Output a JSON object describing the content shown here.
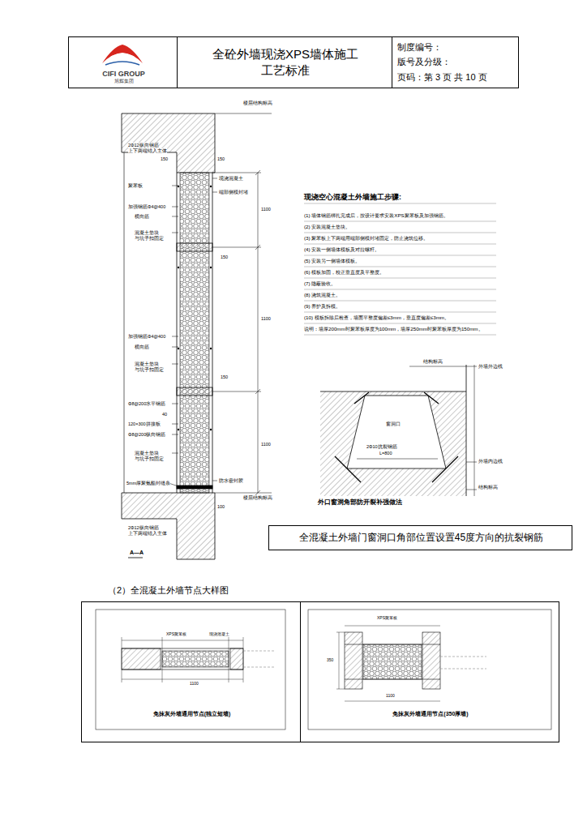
{
  "diagram": {
    "nodes": [
      {
        "text": [
          "CIFI GROUP",
          "旭辉集团"
        ]
      },
      {
        "text": [
          "全砼外墙现浇XPS墙体施工工艺标准"
        ]
      },
      {
        "text": [
          "制度编号：",
          "版号及分级：",
          "页码：第 3 页 共 10 页"
        ]
      },
      {
        "text": [
          "全混凝土外墙门窗洞口角部位置设置45度方向的抗裂钢筋"
        ]
      },
      {
        "text": [
          "免抹灰外墙通用节点(独立短墙)"
        ]
      },
      {
        "text": [
          "免抹灰外墙通用节点(350厚墙)"
        ]
      }
    ],
    "labels": [
      "楼层结构标高",
      "2Φ12纵向钢筋",
      "上下两端锚入主体",
      "150",
      "150",
      "现浇混凝土",
      "聚苯板",
      "端部侧模封堵",
      "加强钢筋Φ4@400",
      "横向筋",
      "混凝土垫块",
      "与坑子扣固定",
      "150",
      "1100",
      "加强钢筋Φ4@400",
      "横向筋",
      "混凝土垫块",
      "与坑子扣固定",
      "150",
      "1100",
      "Φ8@200水平钢筋",
      "40",
      "120×300拼接板",
      "Φ8@200纵向钢筋",
      "混凝土垫块",
      "与坑子扣固定",
      "1100",
      "5mm厚聚氨酯封缝条",
      "防水密封胶",
      "100",
      "楼层结构标高",
      "2Φ12纵向钢筋",
      "上下两端锚入主体",
      "A—A",
      "现浇空心混凝土外墙施工步骤:",
      "(1) 墙体钢筋绑扎完成后，按设计要求安装XPS聚苯板及加强钢筋。",
      "(2) 安装混凝土垫块。",
      "(3) 聚苯板上下两端用端部侧模封堵固定，防止浇筑位移。",
      "(4) 安装一侧墙体模板及对拉螺杆。",
      "(5) 安装另一侧墙体模板。",
      "(6) 模板加固，校正垂直度及平整度。",
      "(7) 隐蔽验收。",
      "(8) 浇筑混凝土。",
      "(9) 养护及拆模。",
      "(10) 模板拆除后检查，墙面平整度偏差≤3mm，垂直度偏差≤3mm。",
      "说明：墙厚200mm时聚苯板厚度为100mm，墙厚250mm时聚苯板厚度为150mm。",
      "结构标高",
      "外墙外边线",
      "窗洞口",
      "2Φ10抗裂钢筋",
      "L=800",
      "外墙内边线",
      "结构标高",
      "外口窗洞角部防开裂补强做法",
      "（2）全混凝土外墙节点大样图",
      "XPS聚苯板",
      "1100",
      "现浇混凝土",
      "XPS聚苯板",
      "350",
      "1100"
    ]
  }
}
